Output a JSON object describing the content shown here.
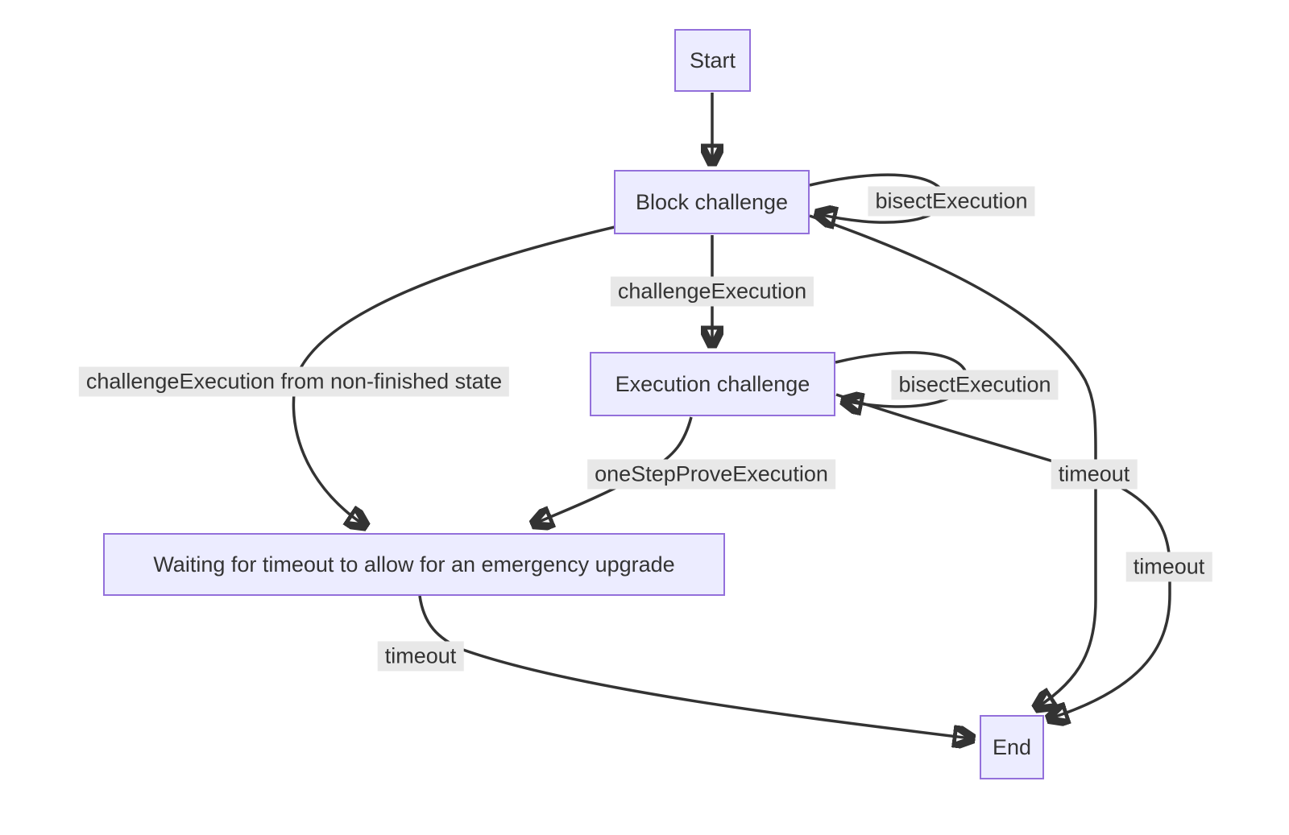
{
  "diagram": {
    "type": "state-flowchart",
    "nodes": [
      {
        "id": "start",
        "label": "Start"
      },
      {
        "id": "block-challenge",
        "label": "Block challenge"
      },
      {
        "id": "execution-challenge",
        "label": "Execution challenge"
      },
      {
        "id": "waiting",
        "label": "Waiting for timeout to allow for an emergency upgrade"
      },
      {
        "id": "end",
        "label": "End"
      }
    ],
    "edges": [
      {
        "from": "start",
        "to": "block-challenge",
        "label": ""
      },
      {
        "from": "block-challenge",
        "to": "block-challenge",
        "label": "bisectExecution"
      },
      {
        "from": "block-challenge",
        "to": "execution-challenge",
        "label": "challengeExecution"
      },
      {
        "from": "execution-challenge",
        "to": "execution-challenge",
        "label": "bisectExecution"
      },
      {
        "from": "block-challenge",
        "to": "waiting",
        "label": "challengeExecution from non-finished state"
      },
      {
        "from": "execution-challenge",
        "to": "waiting",
        "label": "oneStepProveExecution"
      },
      {
        "from": "block-challenge",
        "to": "end",
        "label": "timeout"
      },
      {
        "from": "execution-challenge",
        "to": "end",
        "label": "timeout"
      },
      {
        "from": "waiting",
        "to": "end",
        "label": "timeout"
      }
    ]
  },
  "colors": {
    "node_fill": "#ECECFF",
    "node_border": "#9370DB",
    "edge": "#333333",
    "label_bg": "#e8e8e8",
    "text": "#333333",
    "background": "#ffffff"
  }
}
